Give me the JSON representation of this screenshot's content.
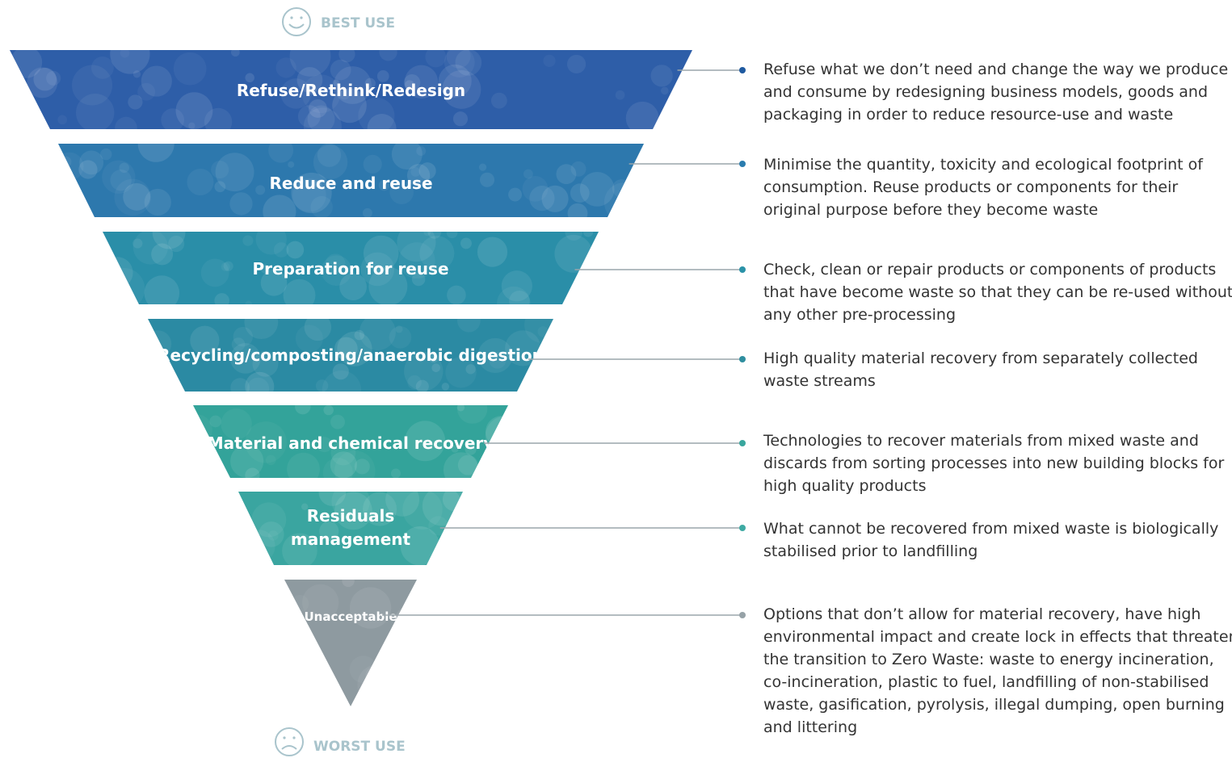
{
  "top_caption": "BEST USE",
  "bottom_caption": "WORST USE",
  "top_icon": "smiley-icon",
  "bottom_icon": "sad-face-icon",
  "colors": {
    "connector": "#9aa6ab",
    "caption": "#a9c4cc",
    "text": "#333333"
  },
  "tiers": [
    {
      "label_lines": [
        "Refuse/Rethink/Redesign"
      ],
      "color": "#2e5ea8",
      "dot": "#1f5aa0",
      "description": [
        "Refuse what we don’t need and change the way we produce",
        "and consume by redesigning business models, goods and",
        "packaging in order to reduce resource-use and waste"
      ]
    },
    {
      "label_lines": [
        "Reduce and reuse"
      ],
      "color": "#2d78ad",
      "dot": "#2b7cae",
      "description": [
        "Minimise the quantity, toxicity and ecological footprint of",
        "consumption. Reuse products or components for their",
        "original purpose before they become waste"
      ]
    },
    {
      "label_lines": [
        "Preparation for reuse"
      ],
      "color": "#2a8ea8",
      "dot": "#2a92a8",
      "description": [
        "Check, clean or repair products or components of products",
        "that have become waste so that they can be re-used without",
        "any other pre-processing"
      ]
    },
    {
      "label_lines": [
        "Recycling/composting/anaerobic digestion"
      ],
      "color": "#2b8aa3",
      "dot": "#2f8e9f",
      "description": [
        "High quality material recovery from separately collected",
        "waste streams"
      ]
    },
    {
      "label_lines": [
        "Material and chemical recovery"
      ],
      "color": "#33a39a",
      "dot": "#39a69d",
      "description": [
        "Technologies to recover materials from mixed waste and",
        "discards from sorting processes into new building blocks for",
        "high quality products"
      ]
    },
    {
      "label_lines": [
        "Residuals",
        "management"
      ],
      "color": "#3aa5a0",
      "dot": "#3eaaa3",
      "description": [
        "What cannot be recovered from mixed waste is biologically",
        "stabilised prior to landfilling"
      ]
    },
    {
      "label_lines": [
        "Unacceptable"
      ],
      "color": "#8e9aa0",
      "dot": "#96a2a7",
      "description": [
        "Options that don’t allow for material recovery, have high",
        "environmental impact and create lock in effects that threaten",
        "the transition to Zero Waste: waste to energy incineration,",
        "co-incineration, plastic to fuel, landfilling of non-stabilised",
        "waste, gasification, pyrolysis, illegal dumping, open burning",
        "and littering"
      ]
    }
  ]
}
